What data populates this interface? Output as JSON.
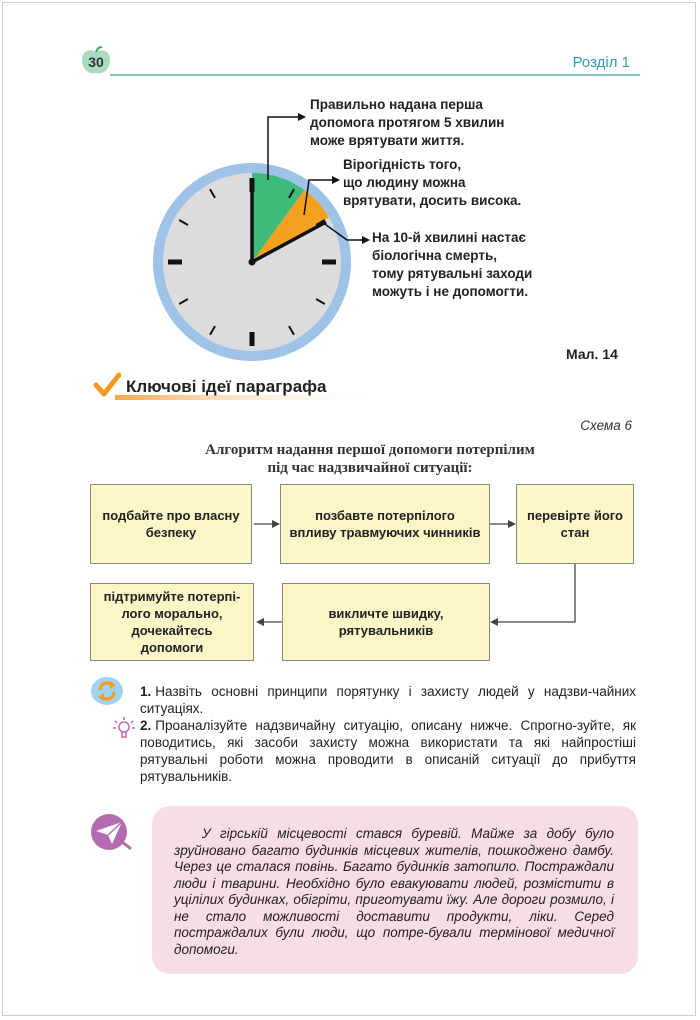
{
  "header": {
    "page_number": "30",
    "section": "Розділ 1"
  },
  "figure": {
    "notes": [
      "Правильно надана перша\nдопомога протягом 5 хвилин\nможе врятувати життя.",
      "Вірогідність того,\nщо людину можна\nврятувати, досить висока.",
      "На 10-й хвилині настає\nбіологічна смерть,\nтому рятувальні заходи\nможуть і не допомогти."
    ],
    "label": "Мал. 14",
    "colors": {
      "rim": "#9ec3e6",
      "face": "#dcdcde",
      "green": "#3dbb7a",
      "orange": "#f6a020"
    }
  },
  "key_ideas": {
    "title": "Ключові ідеї параграфа"
  },
  "scheme": {
    "label": "Схема 6",
    "title": "Алгоритм надання першої допомоги потерпілим\nпід час надзвичайної ситуації:",
    "steps": [
      "подбайте про власну\nбезпеку",
      "позбавте потерпілого\nвпливу травмуючих чинників",
      "перевірте його\nстан",
      "викличте швидку,\nрятувальників",
      "підтримуйте потерпі-\nлого морально,\nдочекайтесь\nдопомоги"
    ]
  },
  "questions": [
    {
      "num": "1.",
      "text": "Назвіть основні принципи порятунку і захисту людей у надзви-чайних ситуаціях."
    },
    {
      "num": "2.",
      "text": "Проаналізуйте надзвичайну ситуацію, описану нижче. Спрогно-зуйте, як поводитись, які засоби захисту можна використати та які найпростіші рятувальні роботи можна проводити в описаній ситуації до прибуття рятувальників."
    }
  ],
  "story": "У гірській місцевості стався буревій. Майже за добу було зруйновано багато будинків місцевих жителів, пошкоджено дамбу. Через це сталася повінь. Багато будинків затопило. Постраждали люди і тварини. Необхідно було евакуювати людей, розмістити в уцілілих будинках, обігріти, приготувати їжу. Але дороги розмило, і не стало можливості доставити продукти, ліки. Серед постраждалих були люди, що потре-бували термінової медичної допомоги."
}
